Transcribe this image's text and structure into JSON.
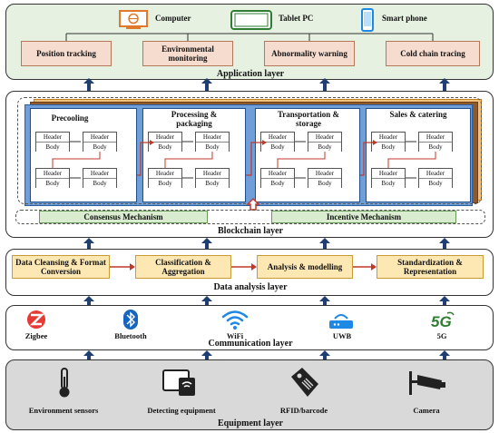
{
  "application_layer": {
    "title": "Application layer",
    "devices": [
      {
        "label": "Computer",
        "icon": "computer-icon"
      },
      {
        "label": "Tablet PC",
        "icon": "tablet-icon"
      },
      {
        "label": "Smart phone",
        "icon": "smartphone-icon"
      }
    ],
    "functions": [
      "Position tracking",
      "Environmental monitoring",
      "Abnormality warning",
      "Cold chain tracing"
    ]
  },
  "blockchain_layer": {
    "title": "Blockchain layer",
    "stages": [
      "Precooling",
      "Processing & packaging",
      "Transportation & storage",
      "Sales & catering"
    ],
    "block": {
      "header": "Header",
      "body": "Body"
    },
    "mechanisms": [
      "Consensus Mechanism",
      "Incentive Mechanism"
    ]
  },
  "data_analysis_layer": {
    "title": "Data analysis layer",
    "steps": [
      "Data Cleansing & Format Conversion",
      "Classification & Aggregation",
      "Analysis & modelling",
      "Standardization & Representation"
    ]
  },
  "communication_layer": {
    "title": "Communication layer",
    "items": [
      {
        "label": "Zigbee",
        "icon": "zigbee-icon"
      },
      {
        "label": "Bluetooth",
        "icon": "bluetooth-icon"
      },
      {
        "label": "WiFi",
        "icon": "wifi-icon"
      },
      {
        "label": "UWB",
        "icon": "router-icon"
      },
      {
        "label": "5G",
        "icon": "5g-icon"
      }
    ]
  },
  "equipment_layer": {
    "title": "Equipment layer",
    "items": [
      {
        "label": "Environment sensors",
        "icon": "thermometer-icon"
      },
      {
        "label": "Detecting equipment",
        "icon": "detector-icon"
      },
      {
        "label": "RFID/barcode",
        "icon": "rfid-tag-icon"
      },
      {
        "label": "Camera",
        "icon": "camera-icon"
      }
    ]
  },
  "colors": {
    "app_bg": "#e6f1e1",
    "data_bg": "#ffffff",
    "comm_bg": "#ffffff",
    "equip_bg": "#d9d9d9",
    "stage_border": "#1f4f8a",
    "arrow_blue": "#1f3f73",
    "arrow_red": "#c0392b"
  }
}
